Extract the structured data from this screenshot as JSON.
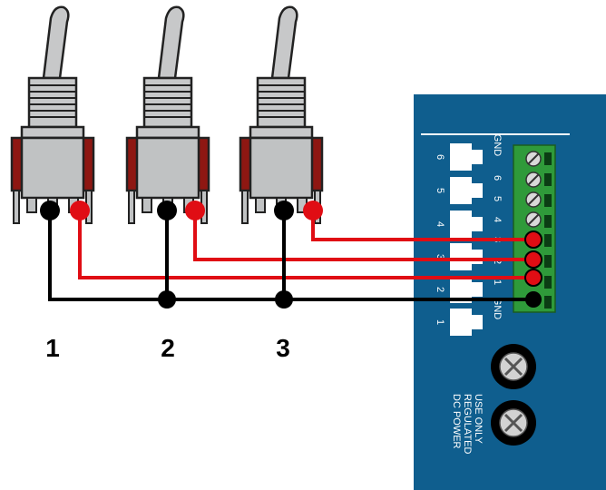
{
  "switches": [
    {
      "number": "1"
    },
    {
      "number": "2"
    },
    {
      "number": "3"
    }
  ],
  "board": {
    "terminal_labels": [
      "GND",
      "6",
      "5",
      "4",
      "3",
      "2",
      "1",
      "GND"
    ],
    "connector_labels": [
      "6",
      "5",
      "4",
      "3",
      "2",
      "1"
    ],
    "power_text_lines": [
      "USE ONLY",
      "REGULATED",
      "DC POWER"
    ]
  },
  "colors": {
    "board": "#0f5e8e",
    "terminal_block": "#2f9a3a",
    "wire_signal": "#e00d14",
    "wire_ground": "#000000",
    "switch_body": "#c0c2c3",
    "switch_base": "#8e1712",
    "lever": "#c7c8c9"
  }
}
